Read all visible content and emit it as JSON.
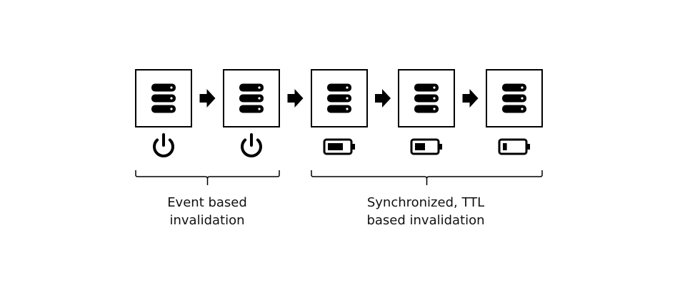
{
  "diagram": {
    "nodes": [
      {
        "icon": "database-icon",
        "status": "power",
        "status_icon": "power-icon"
      },
      {
        "icon": "database-icon",
        "status": "power",
        "status_icon": "power-icon"
      },
      {
        "icon": "database-icon",
        "status": "battery",
        "status_icon": "battery-icon",
        "battery_level": 0.75
      },
      {
        "icon": "database-icon",
        "status": "battery",
        "status_icon": "battery-icon",
        "battery_level": 0.5
      },
      {
        "icon": "database-icon",
        "status": "battery",
        "status_icon": "battery-icon",
        "battery_level": 0.2
      }
    ],
    "arrow_icon": "arrow-right-icon",
    "groups": [
      {
        "nodes": [
          0,
          1
        ],
        "label_line1": "Event based",
        "label_line2": "invalidation"
      },
      {
        "nodes": [
          2,
          3,
          4
        ],
        "label_line1": "Synchronized, TTL",
        "label_line2": "based invalidation"
      }
    ]
  },
  "colors": {
    "stroke": "#000000",
    "background": "#ffffff",
    "text": "#111111"
  }
}
